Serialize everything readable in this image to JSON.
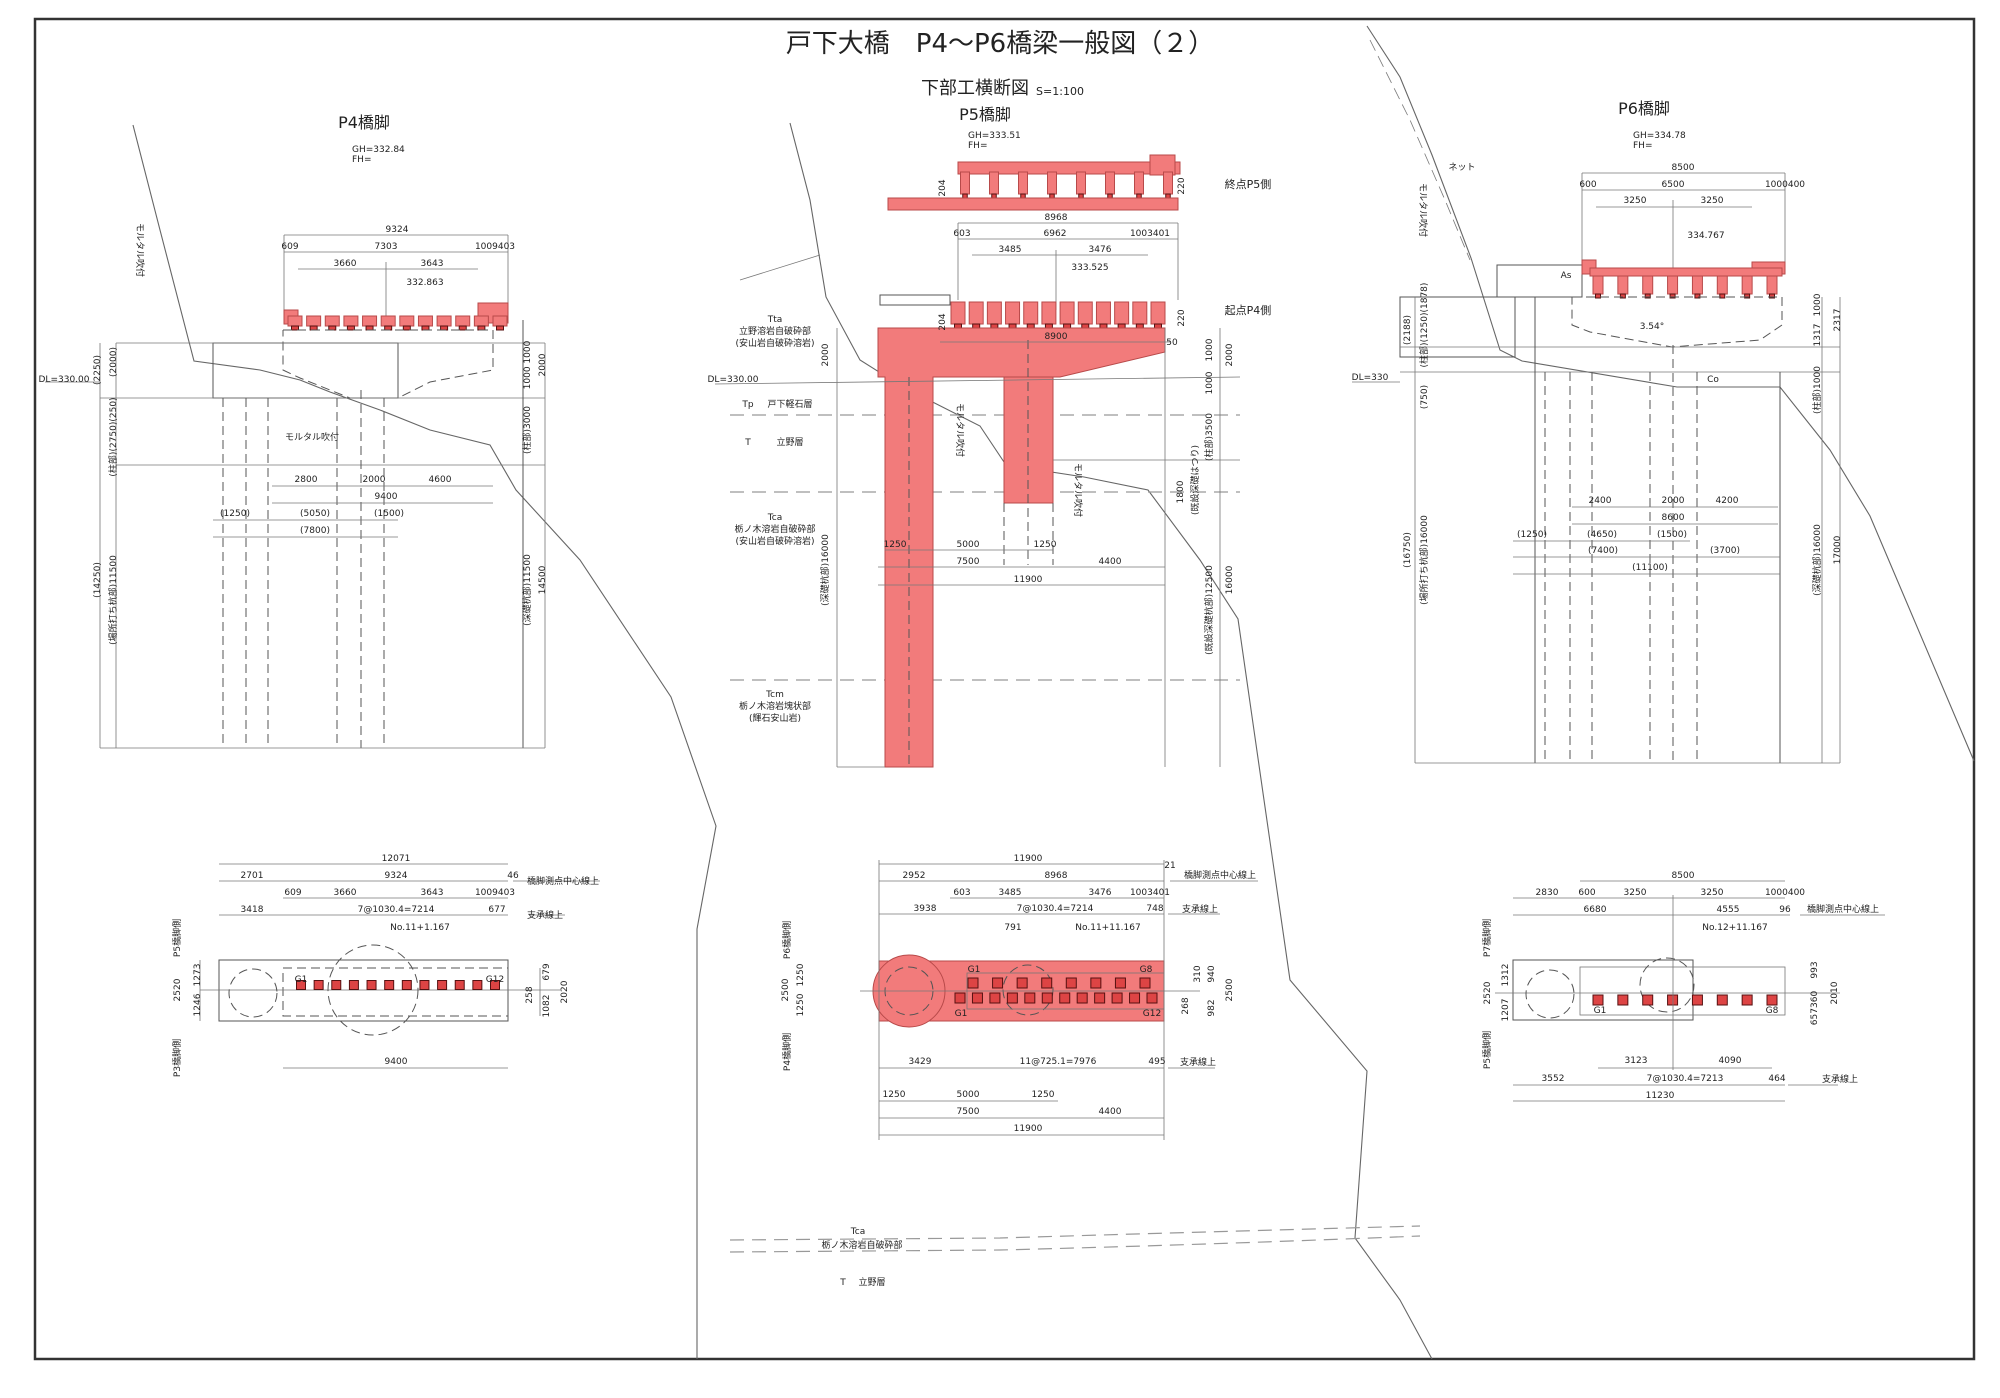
{
  "title": "戸下大橋　P4～P6橋梁一般図（２）",
  "subtitle": "下部工横断図",
  "scale": "S=1:100",
  "colors": {
    "concrete_new": "#f27b7b",
    "line": "#555555"
  },
  "p4": {
    "name": "P4橋脚",
    "gh": "GH=332.84",
    "fh": "FH=",
    "dims": [
      "9324",
      "609",
      "7303",
      "1009403",
      "3660",
      "3643",
      "332.863",
      "2800",
      "2000",
      "4600",
      "9400",
      "(1250)",
      "(5050)",
      "(1500)",
      "(7800)"
    ],
    "vdims": [
      "(2250)",
      "(2000)",
      "(柱部)(2750)(250)",
      "(14250)",
      "(場所打ち杭部)11500",
      "1000 1000",
      "2000",
      "(柱部)3000",
      "(深礎杭部)11500",
      "14500"
    ],
    "dl": "DL=330.00",
    "mortar": "モルタル吹付",
    "mortar_v": "モルタル吹付"
  },
  "p5": {
    "name": "P5橋脚",
    "gh": "GH=333.51",
    "fh": "FH=",
    "end_side": "終点P5側",
    "start_side": "起点P4側",
    "dims": [
      "8968",
      "603",
      "6962",
      "1003401",
      "3485",
      "3476",
      "333.525",
      "8900",
      "50",
      "1250",
      "5000",
      "1250",
      "7500",
      "4400",
      "11900"
    ],
    "vdims": [
      "204",
      "220",
      "204",
      "220",
      "1000",
      "1000",
      "2000",
      "(柱部)3500",
      "(既設深礎はつり)",
      "1800",
      "(既設深礎杭部)12500",
      "16000",
      "2000",
      "(深礎杭部)16000"
    ],
    "dl": "DL=330.00",
    "mortar_v1": "モルタル吹付",
    "mortar_v2": "モルタル吹付",
    "geology": [
      {
        "code": "Tta",
        "name": "立野溶岩自破砕部",
        "note": "(安山岩自破砕溶岩)"
      },
      {
        "code": "Tp",
        "name": "戸下軽石層"
      },
      {
        "code": "T",
        "name": "立野層"
      },
      {
        "code": "Tca",
        "name": "栃ノ木溶岩自破砕部",
        "note": "(安山岩自破砕溶岩)"
      },
      {
        "code": "Tcm",
        "name": "栃ノ木溶岩塊状部",
        "note": "(輝石安山岩)"
      }
    ],
    "bottom_geology": [
      {
        "code": "Tca",
        "name": "栃ノ木溶岩自破砕部"
      },
      {
        "code": "T",
        "name": "立野層"
      }
    ]
  },
  "p6": {
    "name": "P6橋脚",
    "gh": "GH=334.78",
    "fh": "FH=",
    "dims": [
      "8500",
      "600",
      "6500",
      "1000400",
      "3250",
      "3250",
      "334.767",
      "2400",
      "2000",
      "4200",
      "8600",
      "(1250)",
      "(4650)",
      "(1500)",
      "(7400)",
      "(3700)",
      "(11100)"
    ],
    "vdims": [
      "(2188)",
      "(柱部)(1250)(1878)",
      "(750)",
      "(16750)",
      "(場所打ち杭部)16000",
      "1000",
      "1317",
      "2317",
      "(柱部)1000",
      "(深礎杭部)16000",
      "17000"
    ],
    "as": "As",
    "angle": "3.54°",
    "co": "Co",
    "dl": "DL=330",
    "net": "ネット",
    "mortar_v": "モルタル吹付"
  },
  "plan_p4": {
    "dims": [
      "12071",
      "2701",
      "9324",
      "46",
      "609",
      "3660",
      "3643",
      "1009403",
      "3418",
      "7@1030.4=7214",
      "677",
      "No.11+1.167",
      "9400",
      "G1",
      "G12"
    ],
    "vdims": [
      "2520",
      "1273",
      "1246",
      "2020",
      "258",
      "679",
      "1082"
    ],
    "center_line": "橋脚測点中心線上",
    "bearing_line": "支承線上",
    "side_top": "P5橋脚側",
    "side_bottom": "P3橋脚側"
  },
  "plan_p5": {
    "dims": [
      "11900",
      "2952",
      "8968",
      "21",
      "603",
      "3485",
      "3476",
      "1003401",
      "3938",
      "7@1030.4=7214",
      "748",
      "791",
      "No.11+11.167",
      "3429",
      "11@725.1=7976",
      "495",
      "1250",
      "5000",
      "1250",
      "7500",
      "4400",
      "11900",
      "G1",
      "G8",
      "G1",
      "G12"
    ],
    "vdims": [
      "2500",
      "1250",
      "1250",
      "268",
      "310",
      "940",
      "982",
      "2500"
    ],
    "center_line": "橋脚測点中心線上",
    "bearing_line": "支承線上",
    "bearing_line2": "支承線上",
    "side_top": "P6橋脚側",
    "side_bottom": "P4橋脚側"
  },
  "plan_p6": {
    "dims": [
      "8500",
      "2830",
      "600",
      "3250",
      "3250",
      "1000400",
      "6680",
      "4555",
      "96",
      "No.12+11.167",
      "3123",
      "4090",
      "3552",
      "7@1030.4=7213",
      "464",
      "11230",
      "G1",
      "G8"
    ],
    "vdims": [
      "2520",
      "1312",
      "1207",
      "993",
      "657360",
      "2010"
    ],
    "center_line": "橋脚測点中心線上",
    "bearing_line": "支承線上",
    "side_top": "P7橋脚側",
    "side_bottom": "P5橋脚側"
  }
}
